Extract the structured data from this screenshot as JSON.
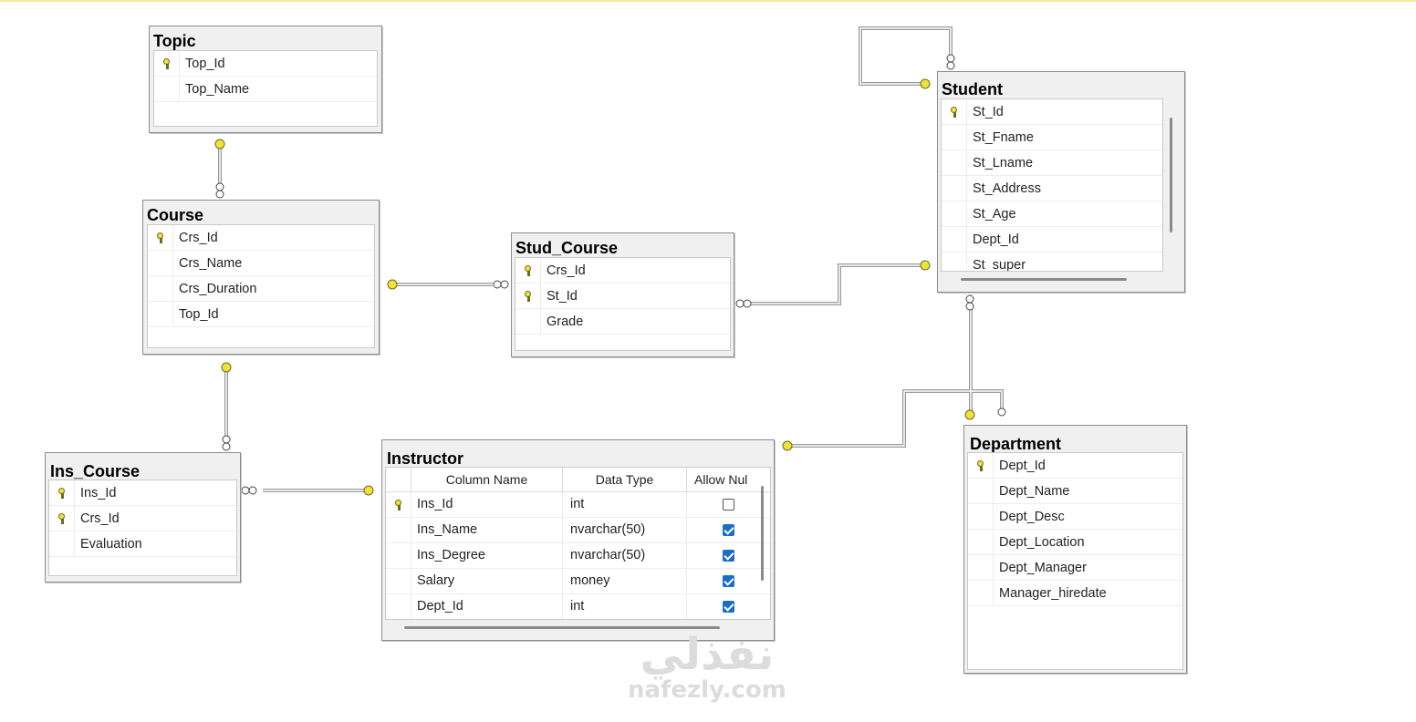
{
  "tables": {
    "topic": {
      "title": "Topic",
      "columns": [
        "Top_Id",
        "Top_Name"
      ]
    },
    "course": {
      "title": "Course",
      "columns": [
        "Crs_Id",
        "Crs_Name",
        "Crs_Duration",
        "Top_Id"
      ]
    },
    "stud_course": {
      "title": "Stud_Course",
      "columns": [
        "Crs_Id",
        "St_Id",
        "Grade"
      ]
    },
    "student": {
      "title": "Student",
      "columns": [
        "St_Id",
        "St_Fname",
        "St_Lname",
        "St_Address",
        "St_Age",
        "Dept_Id",
        "St_super"
      ]
    },
    "ins_course": {
      "title": "Ins_Course",
      "columns": [
        "Ins_Id",
        "Crs_Id",
        "Evaluation"
      ]
    },
    "department": {
      "title": "Department",
      "columns": [
        "Dept_Id",
        "Dept_Name",
        "Dept_Desc",
        "Dept_Location",
        "Dept_Manager",
        "Manager_hiredate"
      ]
    },
    "instructor": {
      "title": "Instructor",
      "headers": {
        "column_name": "Column Name",
        "data_type": "Data Type",
        "allow_nulls": "Allow Nul"
      },
      "rows": [
        {
          "name": "Ins_Id",
          "type": "int"
        },
        {
          "name": "Ins_Name",
          "type": "nvarchar(50)"
        },
        {
          "name": "Ins_Degree",
          "type": "nvarchar(50)"
        },
        {
          "name": "Salary",
          "type": "money"
        },
        {
          "name": "Dept_Id",
          "type": "int"
        }
      ]
    }
  },
  "watermark": {
    "arabic": "نفذلي",
    "domain": "nafezly.com"
  },
  "colors": {
    "key": "#f2e13a",
    "checkbox": "#1a6fc4",
    "relationship_line": "#8c8c8c"
  }
}
